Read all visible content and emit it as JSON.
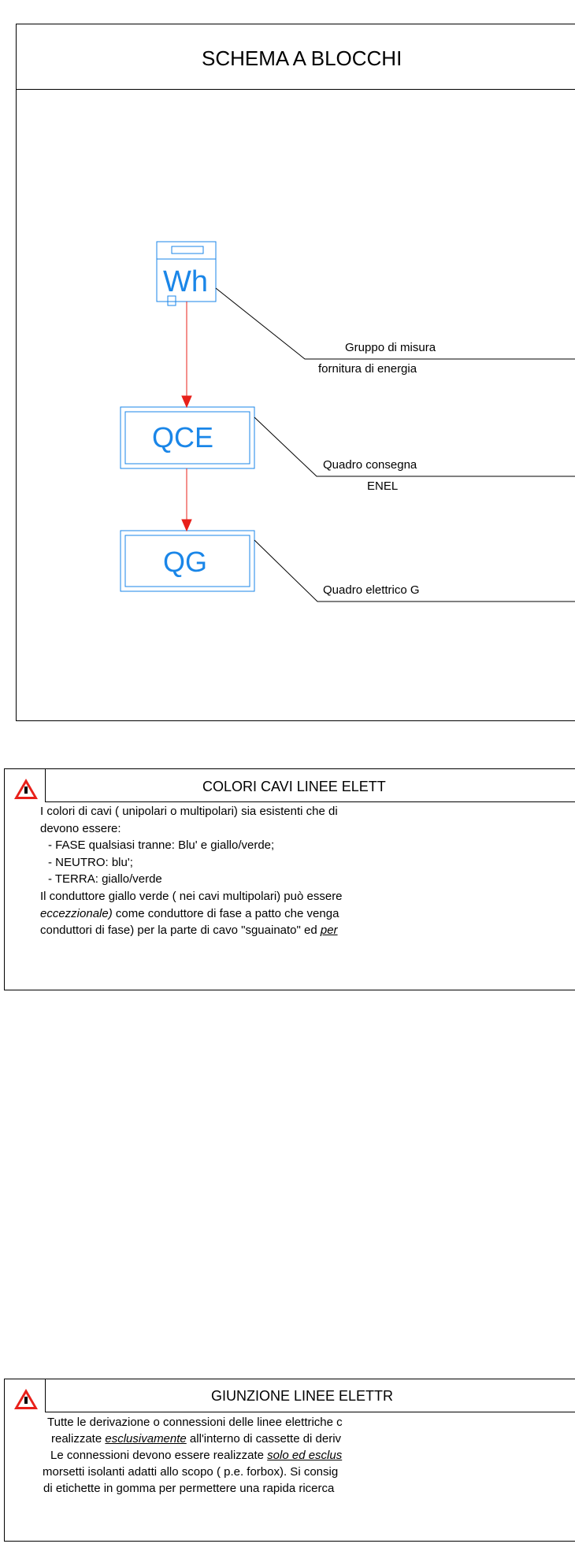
{
  "diagram": {
    "title": "SCHEMA A BLOCCHI",
    "blocks": [
      {
        "id": "wh",
        "label": "Wh"
      },
      {
        "id": "qce",
        "label": "QCE"
      },
      {
        "id": "qg",
        "label": "QG"
      }
    ],
    "callouts": [
      {
        "line1": "Gruppo di misura",
        "line2": "fornitura di energia"
      },
      {
        "line1": "Quadro consegna",
        "line2": "ENEL"
      },
      {
        "line1": "Quadro elettrico G",
        "line2": ""
      }
    ],
    "colors": {
      "block": "#1a86e8",
      "arrow": "#e8201a",
      "warning": "#e8201a"
    }
  },
  "notes": [
    {
      "title": "COLORI CAVI LINEE ELETT",
      "icon": "warning-icon",
      "lines": [
        "I colori di cavi ( unipolari o multipolari) sia esistenti che di",
        "devono essere:",
        "- FASE qualsiasi tranne: Blu'  e  giallo/verde;",
        "- NEUTRO:  blu';",
        "- TERRA:  giallo/verde",
        "Il conduttore giallo verde ( nei cavi multipolari) può essere",
        "eccezzionale)",
        " come conduttore di fase a patto che venga",
        "conduttori di fase) per la parte di cavo \"sguainato\" ed ",
        "per"
      ]
    },
    {
      "title": "GIUNZIONE LINEE ELETTR",
      "icon": "warning-icon",
      "lines": [
        "Tutte le derivazione o connessioni delle linee elettriche c",
        "realizzate ",
        "esclusivamente",
        " all'interno di cassette di deriv",
        "Le connessioni devono essere realizzate ",
        "solo ed esclus",
        "morsetti isolanti adatti allo scopo ( p.e. forbox).  Si consig",
        "di etichette in gomma per permettere una rapida ricerca"
      ]
    }
  ]
}
